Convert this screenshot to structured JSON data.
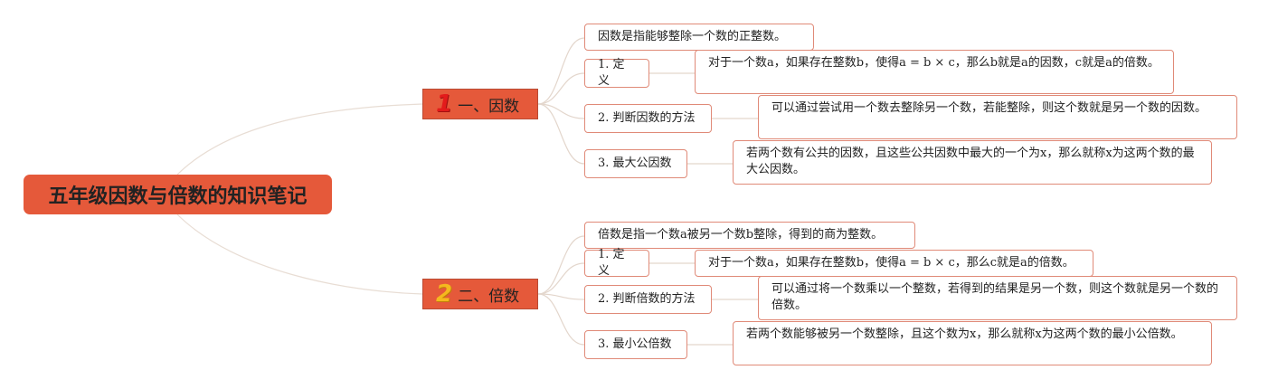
{
  "root": {
    "title": "五年级因数与倍数的知识笔记"
  },
  "branches": [
    {
      "badge": "1",
      "label": "一、因数",
      "intro": "因数是指能够整除一个数的正整数。",
      "items": [
        {
          "label": "1. 定义",
          "detail": "对于一个数a，如果存在整数b，使得a = b × c，那么b就是a的因数，c就是a的倍数。"
        },
        {
          "label": "2. 判断因数的方法",
          "detail": "可以通过尝试用一个数去整除另一个数，若能整除，则这个数就是另一个数的因数。"
        },
        {
          "label": "3. 最大公因数",
          "detail": "若两个数有公共的因数，且这些公共因数中最大的一个为x，那么就称x为这两个数的最大公因数。"
        }
      ]
    },
    {
      "badge": "2",
      "label": "二、倍数",
      "intro": "倍数是指一个数a被另一个数b整除，得到的商为整数。",
      "items": [
        {
          "label": "1. 定义",
          "detail": "对于一个数a，如果存在整数b，使得a = b × c，那么c就是a的倍数。"
        },
        {
          "label": "2. 判断倍数的方法",
          "detail": "可以通过将一个数乘以一个整数，若得到的结果是另一个数，则这个数就是另一个数的倍数。"
        },
        {
          "label": "3. 最小公倍数",
          "detail": "若两个数能够被另一个数整除，且这个数为x，那么就称x为这两个数的最小公倍数。"
        }
      ]
    }
  ]
}
